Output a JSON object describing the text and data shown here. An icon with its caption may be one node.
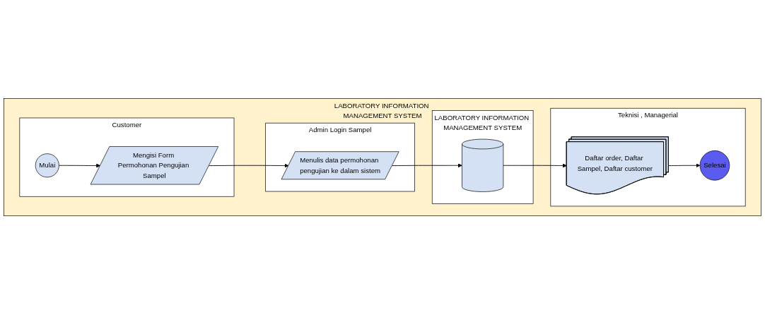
{
  "diagram": {
    "nodes": [
      {
        "text": [
          "LABORATORY INFORMATION MANAGEMENT SYSTEM"
        ]
      },
      {
        "text": [
          "Customer"
        ],
        "in": 0
      },
      {
        "text": [
          "Admin Login Sampel"
        ],
        "in": 0
      },
      {
        "text": [
          "LABORATORY INFORMATION MANAGEMENT SYSTEM"
        ],
        "in": 0
      },
      {
        "text": [
          "Teknisi , Managerial"
        ],
        "in": 0
      },
      {
        "text": [
          "Mulai"
        ],
        "in": 1
      },
      {
        "text": [
          "Mengisi Form Permohonan Pengujian Sampel"
        ],
        "in": 1
      },
      {
        "text": [
          "Menulis data permohonan pengujian ke dalam sistem"
        ],
        "in": 2
      },
      {
        "text": [],
        "shape": "cylinder",
        "in": 3
      },
      {
        "text": [
          "Daftar order, Daftar Sampel, Daftar customer"
        ],
        "in": 4
      },
      {
        "text": [
          "Selesai"
        ],
        "in": 4
      }
    ],
    "edges": [
      {
        "from": 5,
        "to": 6,
        "arrow": "to"
      },
      {
        "from": 6,
        "to": 7,
        "arrow": "to"
      },
      {
        "from": 7,
        "to": 8,
        "arrow": "to"
      },
      {
        "from": 8,
        "to": 9,
        "arrow": "to"
      },
      {
        "from": 9,
        "to": 10,
        "arrow": "to"
      }
    ]
  }
}
